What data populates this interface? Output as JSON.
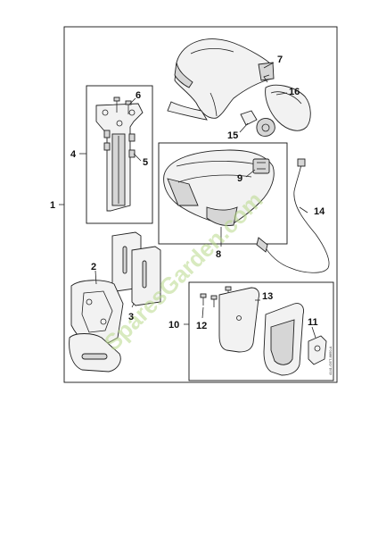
{
  "diagram": {
    "watermark": "SparesGarden.com",
    "drawing_code": "4141-GET-8850-A",
    "labels": {
      "l1": "1",
      "l2": "2",
      "l3": "3",
      "l4": "4",
      "l5": "5",
      "l6": "6",
      "l7": "7",
      "l8": "8",
      "l9": "9",
      "l10": "10",
      "l11": "11",
      "l12": "12",
      "l13": "13",
      "l14": "14",
      "l15": "15",
      "l16": "16"
    }
  }
}
